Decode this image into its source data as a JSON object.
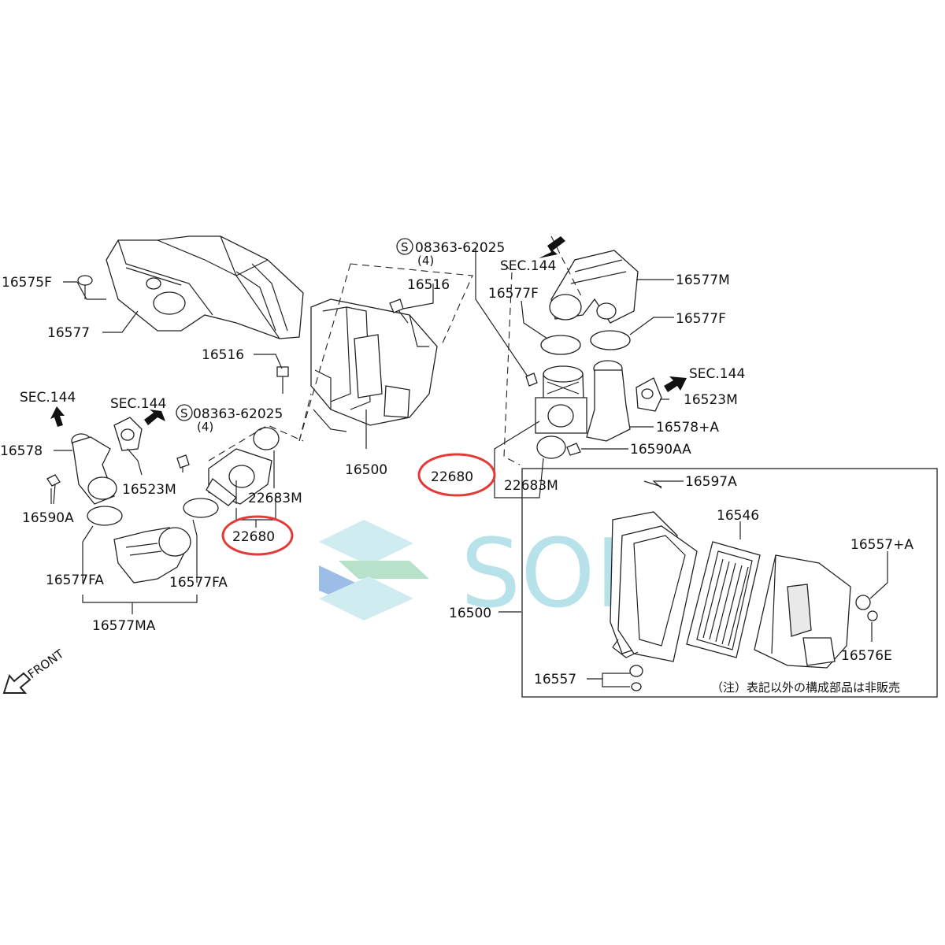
{
  "labels": {
    "p16575F": "16575F",
    "p16577": "16577",
    "p16516_a": "16516",
    "p16516_b": "16516",
    "sec_a": "SEC.144",
    "sec_b": "SEC.144",
    "sec_c": "SEC.144",
    "sec_d": "SEC.144",
    "s_bolt_left": "08363-62025",
    "s_bolt_left_qty": "(4)",
    "s_bolt_right": "08363-62025",
    "s_bolt_right_qty": "(4)",
    "p16578": "16578",
    "p16523M_left": "16523M",
    "p16590A": "16590A",
    "p22683M_left": "22683M",
    "p22680_left": "22680",
    "p16500_top": "16500",
    "p16577FA_left": "16577FA",
    "p16577FA_right": "16577FA",
    "p16577MA": "16577MA",
    "p16577M": "16577M",
    "p16577F_left": "16577F",
    "p16577F_right": "16577F",
    "p16523M_right": "16523M",
    "p16578A": "16578+A",
    "p16590AA": "16590AA",
    "p22680_right": "22680",
    "p22683M_right": "22683M",
    "p16597A": "16597A",
    "p16546": "16546",
    "p16557A": "16557+A",
    "p16500_box": "16500",
    "p16576E": "16576E",
    "p16557": "16557",
    "front": "FRONT",
    "s_mark": "S"
  },
  "note": "（注）表記以外の構成部品は非販売",
  "watermark": "SOL",
  "colors": {
    "highlight_ring": "#e53935",
    "watermark_cyan": "#6cc9d6",
    "watermark_green": "#8bd3a8",
    "watermark_blue": "#5b8fd6"
  }
}
